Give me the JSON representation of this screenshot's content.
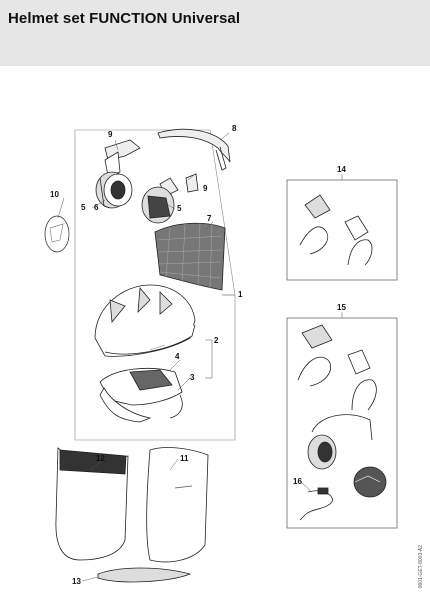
{
  "header": {
    "title": "Helmet set FUNCTION Universal"
  },
  "diagram": {
    "callouts": {
      "c1": "1",
      "c2": "2",
      "c3": "3",
      "c4": "4",
      "c5a": "5",
      "c5b": "5",
      "c6": "6",
      "c7": "7",
      "c8": "8",
      "c9a": "9",
      "c9b": "9",
      "c10": "10",
      "c11": "11",
      "c12": "12",
      "c13": "13",
      "c14": "14",
      "c15": "15",
      "c16": "16"
    },
    "drawing_code": "0801-GET-8003-A2"
  }
}
